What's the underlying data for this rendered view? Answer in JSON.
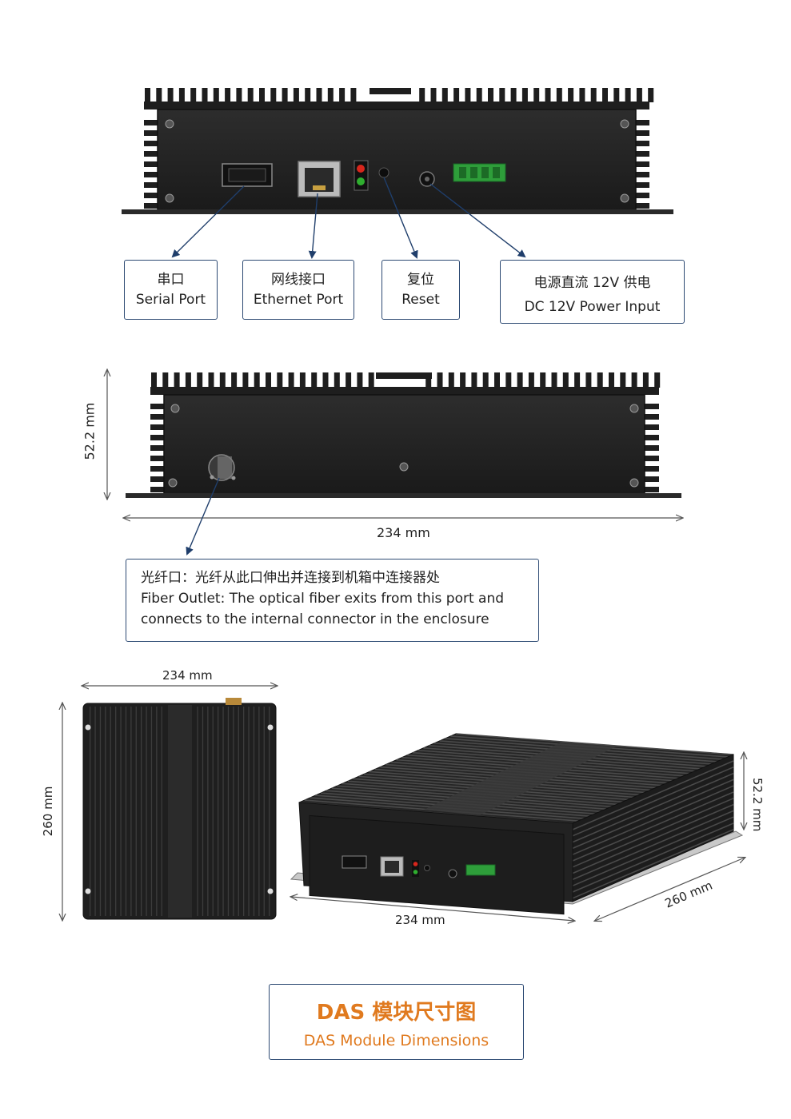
{
  "front_view": {
    "callouts": [
      {
        "cn": "串口",
        "en": "Serial Port"
      },
      {
        "cn": "网线接口",
        "en": "Ethernet Port"
      },
      {
        "cn": "复位",
        "en": "Reset"
      },
      {
        "cn": "电源直流 12V 供电",
        "en": "DC 12V Power Input"
      }
    ]
  },
  "rear_view": {
    "height_label": "52.2 mm",
    "width_label": "234 mm",
    "fiber_callout": {
      "cn": "光纤口：光纤从此口伸出并连接到机箱中连接器处",
      "en_line1": "Fiber Outlet: The optical fiber exits from this port and",
      "en_line2": "connects to the internal connector in the enclosure"
    }
  },
  "top_view": {
    "width_label": "234 mm",
    "depth_label": "260 mm"
  },
  "iso_view": {
    "height_label": "52.2 mm",
    "width_label": "234 mm",
    "depth_label": "260 mm"
  },
  "title": {
    "cn": "DAS 模块尺寸图",
    "en": "DAS Module Dimensions"
  },
  "colors": {
    "callout_border": "#2d4a73",
    "title_accent": "#e07a1f",
    "enclosure": "#222222"
  }
}
